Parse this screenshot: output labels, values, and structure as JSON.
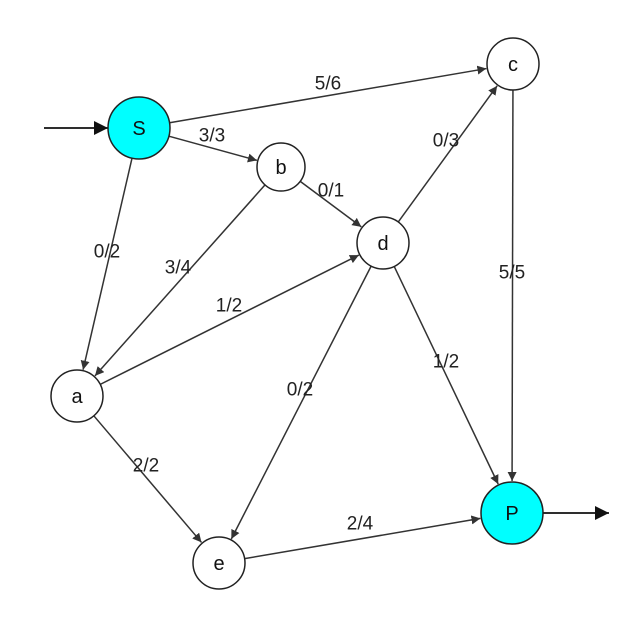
{
  "graph": {
    "nodes": [
      {
        "id": "S",
        "label": "S",
        "fill": "#00ffff"
      },
      {
        "id": "b",
        "label": "b",
        "fill": "#ffffff"
      },
      {
        "id": "c",
        "label": "c",
        "fill": "#ffffff"
      },
      {
        "id": "d",
        "label": "d",
        "fill": "#ffffff"
      },
      {
        "id": "a",
        "label": "a",
        "fill": "#ffffff"
      },
      {
        "id": "e",
        "label": "e",
        "fill": "#ffffff"
      },
      {
        "id": "P",
        "label": "P",
        "fill": "#00ffff"
      }
    ],
    "edges": [
      {
        "from": "S",
        "to": "c",
        "label": "5/6"
      },
      {
        "from": "S",
        "to": "b",
        "label": "3/3"
      },
      {
        "from": "S",
        "to": "a",
        "label": "0/2"
      },
      {
        "from": "b",
        "to": "d",
        "label": "0/1"
      },
      {
        "from": "b",
        "to": "a",
        "label": "3/4"
      },
      {
        "from": "a",
        "to": "d",
        "label": "1/2"
      },
      {
        "from": "a",
        "to": "e",
        "label": "2/2"
      },
      {
        "from": "d",
        "to": "c",
        "label": "0/3"
      },
      {
        "from": "d",
        "to": "e",
        "label": "0/2"
      },
      {
        "from": "d",
        "to": "P",
        "label": "1/2"
      },
      {
        "from": "c",
        "to": "P",
        "label": "5/5"
      },
      {
        "from": "e",
        "to": "P",
        "label": "2/4"
      }
    ],
    "entry_node": "S",
    "exit_node": "P"
  }
}
